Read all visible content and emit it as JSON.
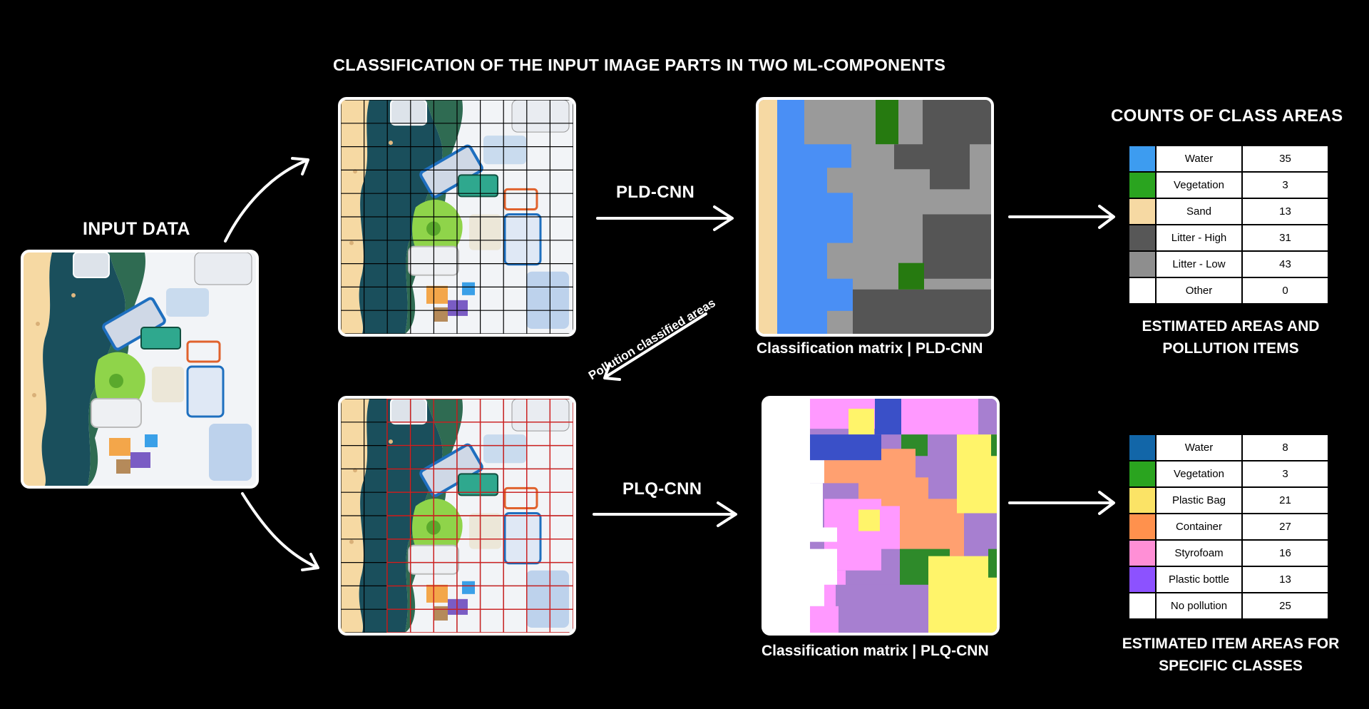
{
  "header": {
    "title": "CLASSIFICATION OF THE INPUT IMAGE PARTS IN TWO ML-COMPONENTS"
  },
  "input": {
    "label": "INPUT DATA"
  },
  "arrows": {
    "pld_label": "PLD-CNN",
    "plq_label": "PLQ-CNN",
    "feedback_label": "Pollution classified areas"
  },
  "pld": {
    "caption": "Classification matrix | PLD-CNN",
    "table_title": "COUNTS OF CLASS AREAS",
    "summary_line1": "ESTIMATED AREAS AND",
    "summary_line2": "POLLUTION ITEMS",
    "rows": [
      {
        "label": "Water",
        "value": "35",
        "color": "#3d9cf0"
      },
      {
        "label": "Vegetation",
        "value": "3",
        "color": "#2aa41f"
      },
      {
        "label": "Sand",
        "value": "13",
        "color": "#f6d9a3"
      },
      {
        "label": "Litter - High",
        "value": "31",
        "color": "#575757"
      },
      {
        "label": "Litter - Low",
        "value": "43",
        "color": "#8e8e8e"
      },
      {
        "label": "Other",
        "value": "0",
        "color": "#ffffff"
      }
    ]
  },
  "plq": {
    "caption": "Classification matrix | PLQ-CNN",
    "summary_line1": "ESTIMATED ITEM AREAS FOR",
    "summary_line2": "SPECIFIC CLASSES",
    "rows": [
      {
        "label": "Water",
        "value": "8",
        "color": "#1266a8"
      },
      {
        "label": "Vegetation",
        "value": "3",
        "color": "#2aa41f"
      },
      {
        "label": "Plastic Bag",
        "value": "21",
        "color": "#fbe366"
      },
      {
        "label": "Container",
        "value": "27",
        "color": "#ff914d"
      },
      {
        "label": "Styrofoam",
        "value": "16",
        "color": "#ff8fd6"
      },
      {
        "label": "Plastic bottle",
        "value": "13",
        "color": "#8c52ff"
      },
      {
        "label": "No pollution",
        "value": "25",
        "color": "#ffffff"
      }
    ]
  },
  "colors": {
    "background": "#000000",
    "water": "#1a4f5c",
    "sand": "#f6d9a3",
    "vegetation": "#8fd44a",
    "pld_water": "#4a8ff5",
    "pld_low": "#9a9a9a",
    "pld_high": "#555555",
    "pld_veg": "#267a10",
    "plq_pink": "#ff99ff",
    "plq_yellow": "#fff46a",
    "plq_lilac": "#a77fd0",
    "plq_blue": "#3a50c8",
    "plq_orange": "#ffa070",
    "plq_green": "#2e8a2a",
    "grid_black": "#000000",
    "grid_red": "#d42020"
  }
}
